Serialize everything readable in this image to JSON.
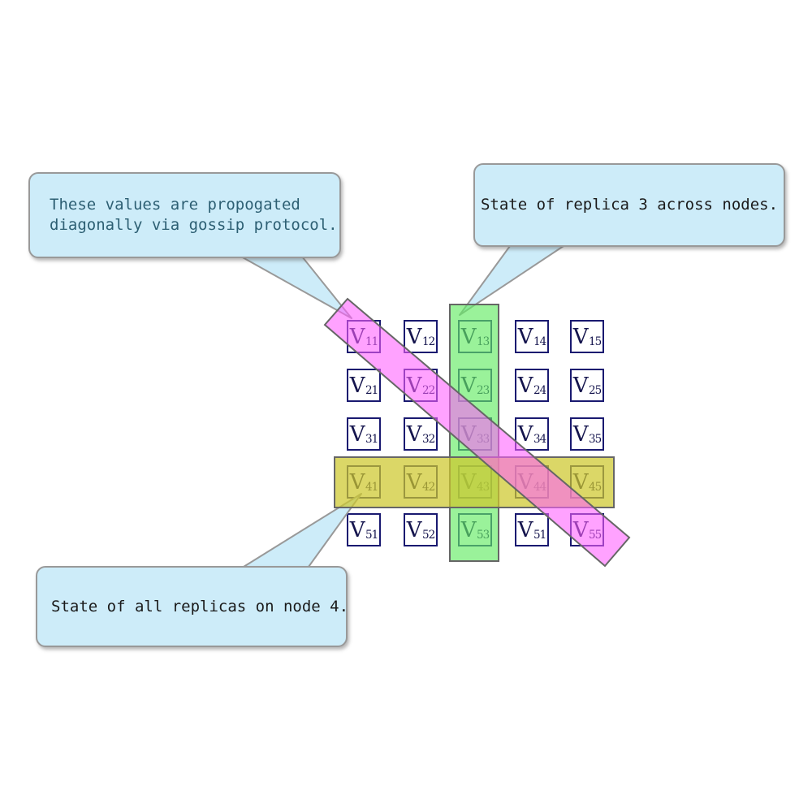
{
  "diagram": {
    "background": "#ffffff"
  },
  "callouts": [
    {
      "id": "gossip",
      "lines": [
        "These values are propogated",
        "diagonally via gossip protocol."
      ],
      "text_color": "#2d5f73",
      "fill": "#cdecf9",
      "border_color": "#999999"
    },
    {
      "id": "replica3",
      "lines": [
        "State of replica 3 across nodes."
      ],
      "text_color": "#1a1a1a",
      "fill": "#cdecf9",
      "border_color": "#999999"
    },
    {
      "id": "node4",
      "lines": [
        "State of all replicas on node 4."
      ],
      "text_color": "#1a1a1a",
      "fill": "#cdecf9",
      "border_color": "#999999"
    }
  ],
  "matrix": {
    "symbol": "V",
    "subscripts": [
      [
        "11",
        "12",
        "13",
        "14",
        "15"
      ],
      [
        "21",
        "22",
        "23",
        "24",
        "25"
      ],
      [
        "31",
        "32",
        "33",
        "34",
        "35"
      ],
      [
        "41",
        "42",
        "43",
        "44",
        "45"
      ],
      [
        "51",
        "52",
        "53",
        "51",
        "55"
      ]
    ],
    "cell_border_color": "#191970",
    "cell_text_color": "#14144d",
    "cell_fill": "#ffffff"
  },
  "highlights": {
    "column_fill": "rgba(100,235,100,0.65)",
    "row_fill": "rgba(205,200,45,0.72)",
    "diagonal_fill": "rgba(255,95,255,0.58)",
    "outline_color": "#666666"
  }
}
